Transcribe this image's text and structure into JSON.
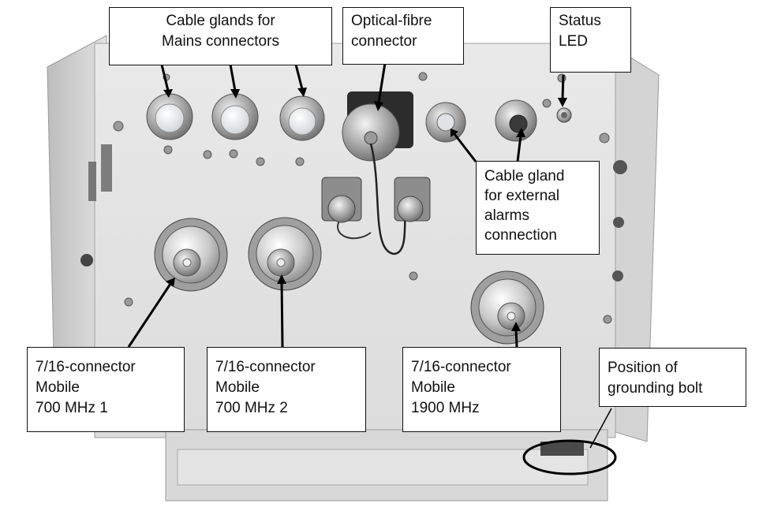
{
  "labels": {
    "cable_glands_mains": [
      "Cable glands for",
      "Mains connectors"
    ],
    "optical_fibre": [
      "Optical-fibre",
      "connector"
    ],
    "status_led": [
      "Status",
      "LED"
    ],
    "cable_gland_alarms": [
      "Cable gland",
      "for external",
      "alarms",
      "connection"
    ],
    "conn_700_1": [
      "7/16-connector",
      "Mobile",
      "700 MHz 1"
    ],
    "conn_700_2": [
      "7/16-connector",
      "Mobile",
      "700 MHz 2"
    ],
    "conn_1900": [
      "7/16-connector",
      "Mobile",
      "1900 MHz"
    ],
    "grounding_bolt": [
      "Position of",
      "grounding bolt"
    ]
  },
  "colors": {
    "panel": "#e6e6e6",
    "frame": "#cfcfcf",
    "metal": "#b9b9b9",
    "line": "#000000"
  }
}
